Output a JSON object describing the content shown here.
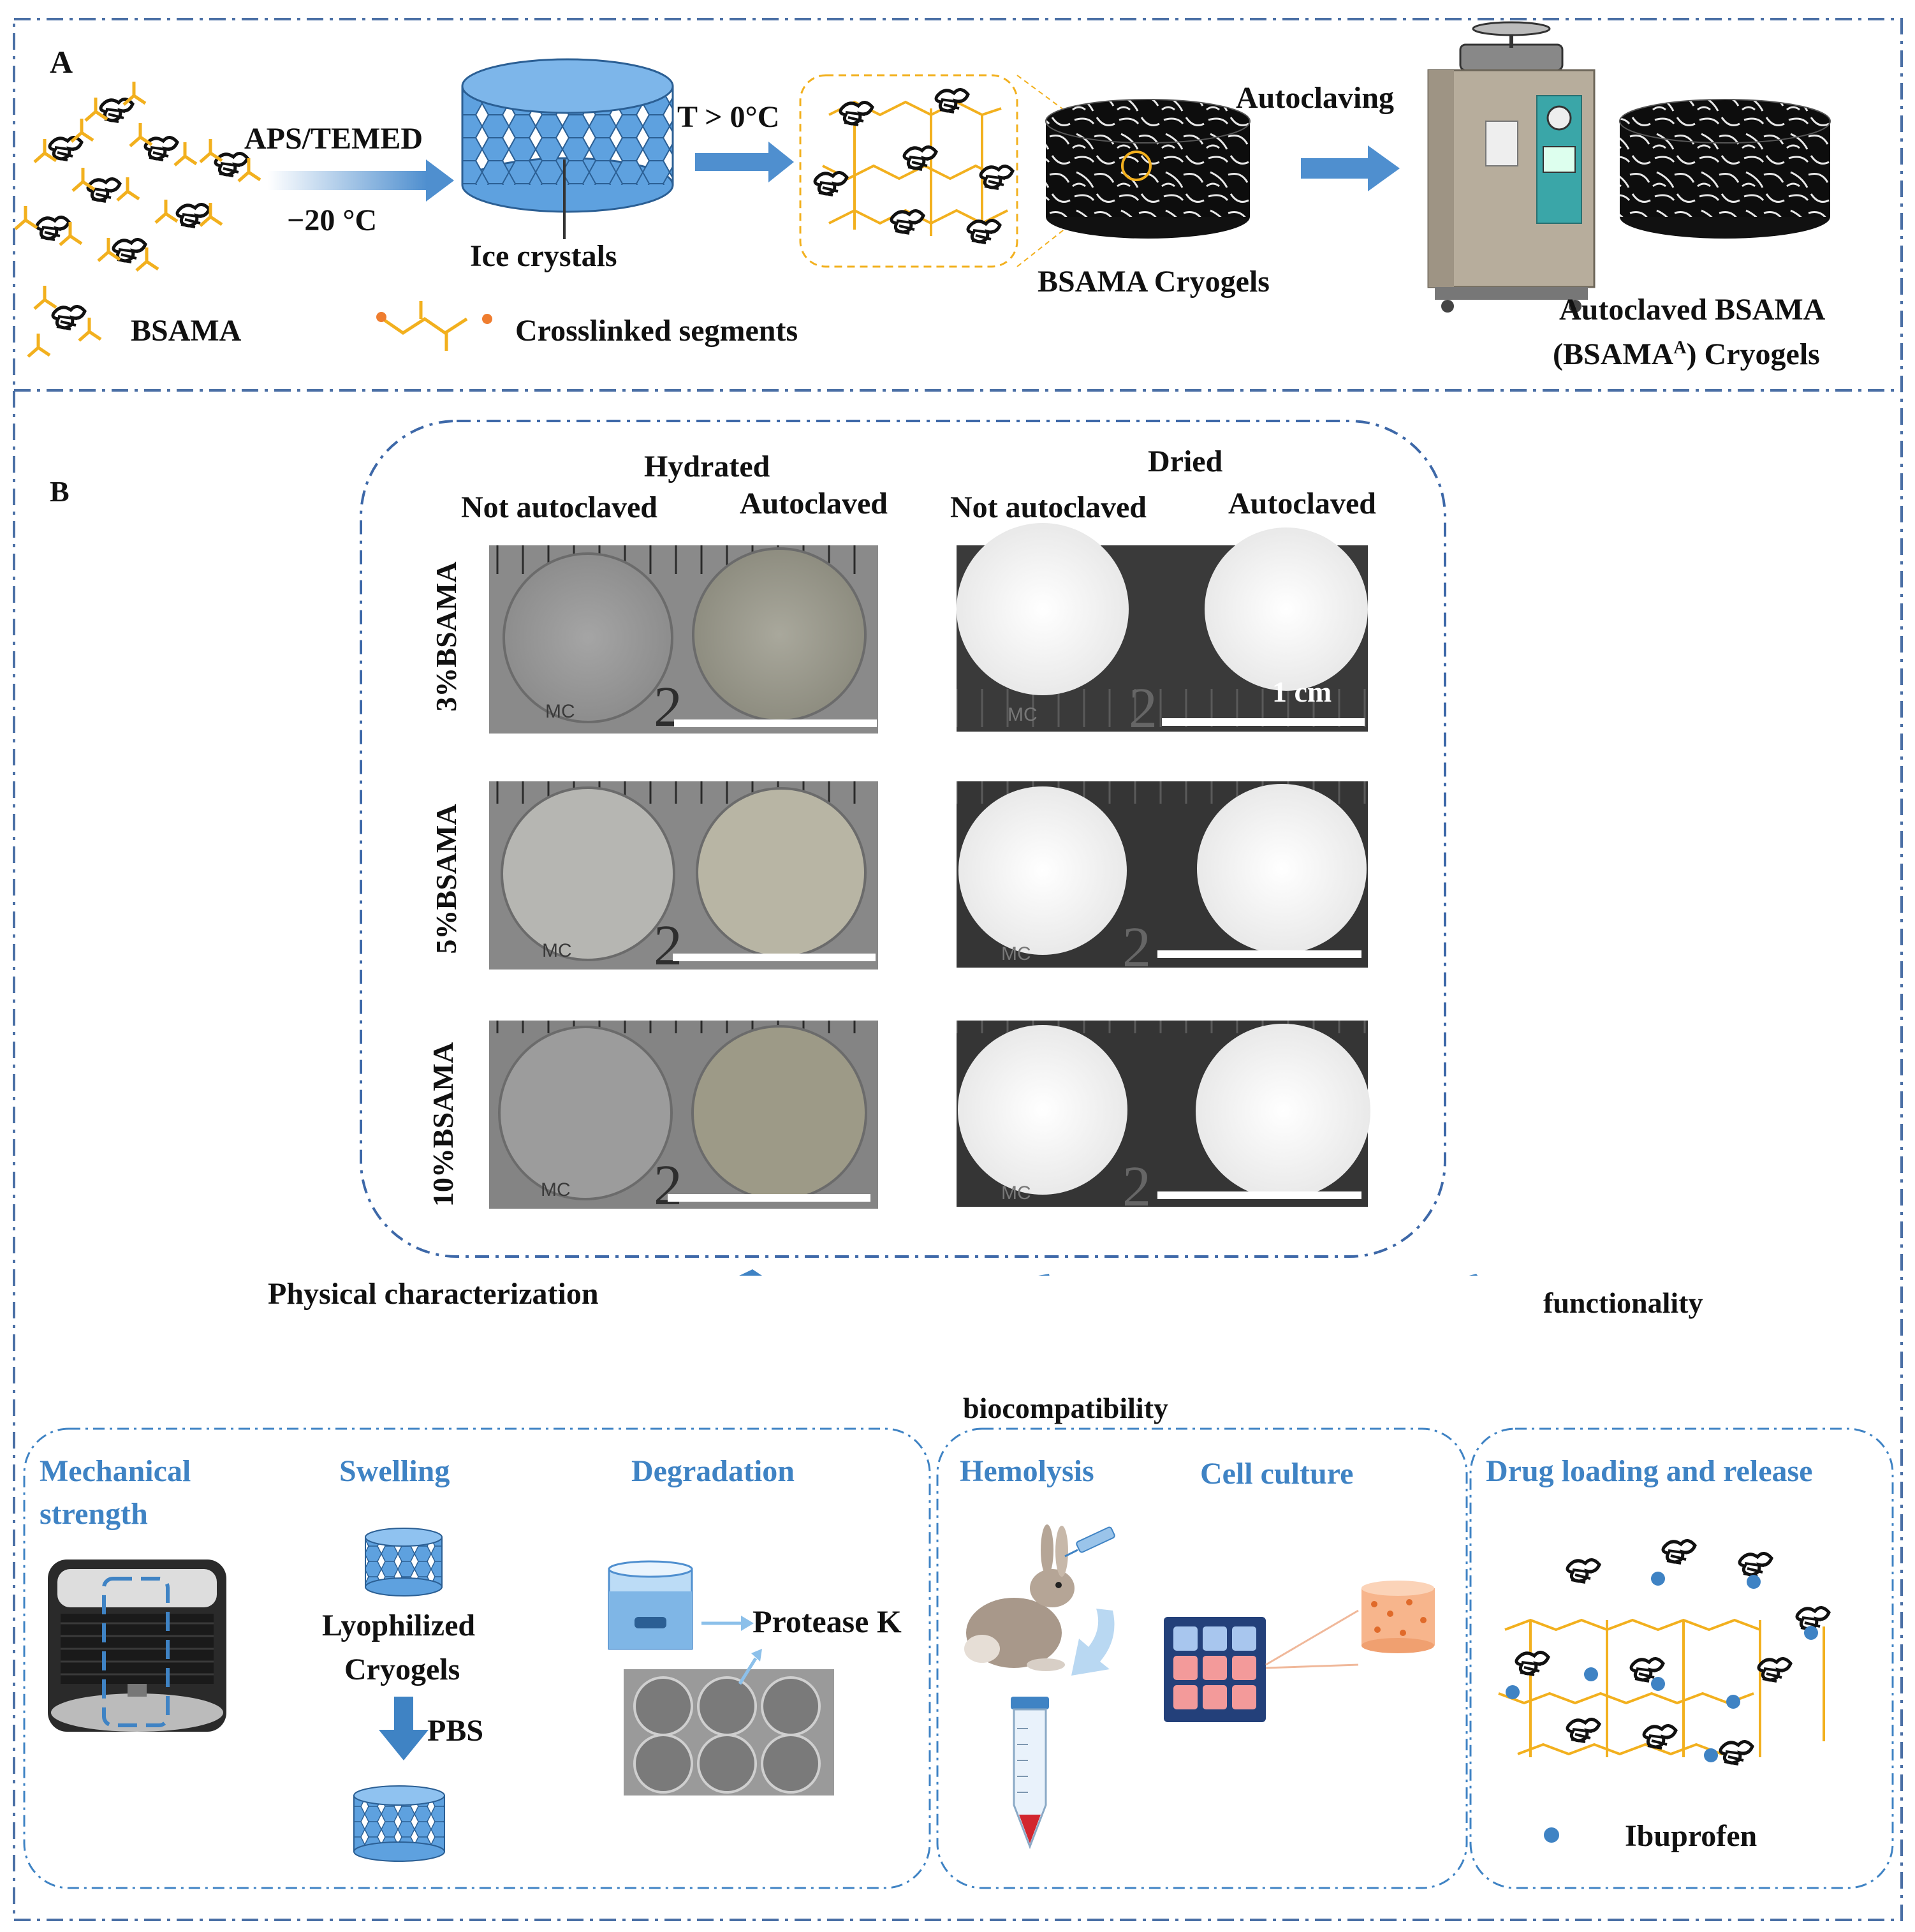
{
  "panel_a": {
    "label": "A",
    "reagent": "APS/TEMED",
    "temp_freeze": "−20 °C",
    "temp_thaw": "T > 0°C",
    "ice_label": "Ice crystals",
    "cryogel_label": "BSAMA Cryogels",
    "autoclave_step": "Autoclaving",
    "autoclaved_line1": "Autoclaved BSAMA",
    "autoclaved_line2_pre": "(BSAMA",
    "autoclaved_line2_sup": "A",
    "autoclaved_line2_post": ") Cryogels",
    "legend_bsama": "BSAMA",
    "legend_crosslink": "Crosslinked segments"
  },
  "panel_b": {
    "label": "B",
    "hydrated_header": "Hydrated",
    "dried_header": "Dried",
    "col_not_autoclaved": "Not autoclaved",
    "col_autoclaved": "Autoclaved",
    "rows": [
      "3%BSAMA",
      "5%BSAMA",
      "10%BSAMA"
    ],
    "scale_label": "1 cm",
    "ruler_marks": [
      "MC",
      "2"
    ],
    "branch_physical": "Physical characterization",
    "branch_bio": "biocompatibility",
    "branch_function": "functionality",
    "mechanical": "Mechanical strength",
    "mechanical_line1": "Mechanical",
    "mechanical_line2": "strength",
    "swelling": "Swelling",
    "lyophilized_line1": "Lyophilized",
    "lyophilized_line2": "Cryogels",
    "pbs": "PBS",
    "degradation": "Degradation",
    "protease": "Protease K",
    "hemolysis": "Hemolysis",
    "cell_culture": "Cell culture",
    "drug": "Drug loading and release",
    "ibuprofen": "Ibuprofen"
  },
  "colors": {
    "frame": "#4a6fa5",
    "accent_blue": "#3f83c4",
    "crosslink_yellow": "#f2b01e",
    "ice_blue": "#5b9bd5",
    "cell_orange": "#f08a4b"
  }
}
